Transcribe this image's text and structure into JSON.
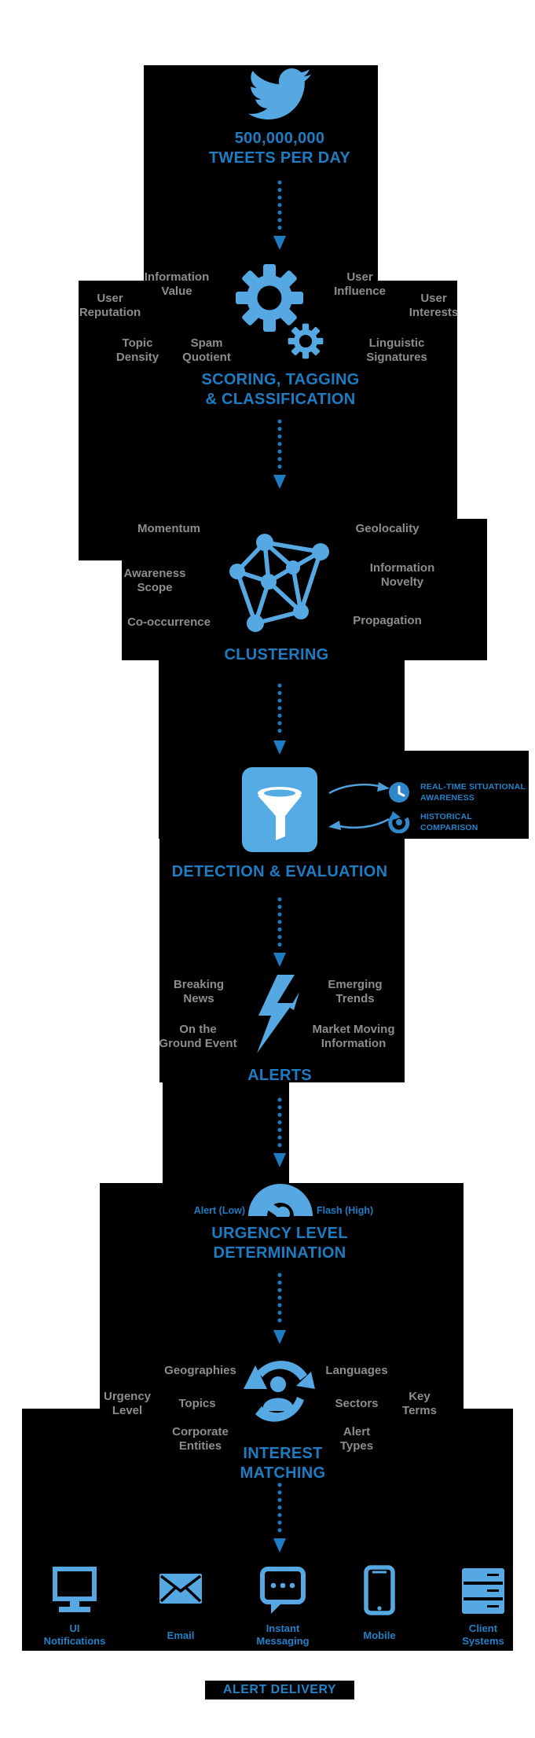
{
  "colors": {
    "icon_blue": "#55A8E2",
    "tile_blue": "#55ABE4",
    "title_blue": "#1E7CC2",
    "mini_blue": "#2283C9",
    "label_grey": "#8D8D8D",
    "panel_black": "#000000"
  },
  "source": {
    "line1": "500,000,000",
    "line2": "TWEETS PER DAY"
  },
  "scoring": {
    "title": [
      "SCORING, TAGGING",
      "& CLASSIFICATION"
    ],
    "labels": {
      "information_value": [
        "Information",
        "Value"
      ],
      "user_reputation": [
        "User",
        "Reputation"
      ],
      "user_influence": [
        "User",
        "Influence"
      ],
      "user_interests": [
        "User",
        "Interests"
      ],
      "topic_density": [
        "Topic",
        "Density"
      ],
      "spam_quotient": [
        "Spam",
        "Quotient"
      ],
      "linguistic_signatures": [
        "Linguistic",
        "Signatures"
      ]
    }
  },
  "clustering": {
    "title": "CLUSTERING",
    "labels": {
      "momentum": "Momentum",
      "geolocality": "Geolocality",
      "awareness_scope": [
        "Awareness",
        "Scope"
      ],
      "information_novelty": [
        "Information",
        "Novelty"
      ],
      "co_occurrence": "Co-occurrence",
      "propagation": "Propagation"
    }
  },
  "detection": {
    "title": "DETECTION & EVALUATION",
    "outputs": {
      "realtime": [
        "REAL-TIME SITUATIONAL",
        "AWARENESS"
      ],
      "historical": [
        "HISTORICAL",
        "COMPARISON"
      ]
    }
  },
  "alerts": {
    "title": "ALERTS",
    "labels": {
      "breaking_news": [
        "Breaking",
        "News"
      ],
      "emerging_trends": [
        "Emerging",
        "Trends"
      ],
      "on_the_ground": [
        "On the",
        "Ground Event"
      ],
      "market_moving": [
        "Market Moving",
        "Information"
      ]
    }
  },
  "urgency": {
    "title": [
      "URGENCY LEVEL",
      "DETERMINATION"
    ],
    "low": "Alert (Low)",
    "high": "Flash (High)"
  },
  "interest": {
    "title": [
      "INTEREST",
      "MATCHING"
    ],
    "labels": {
      "geographies": "Geographies",
      "languages": "Languages",
      "urgency_level": [
        "Urgency",
        "Level"
      ],
      "topics": "Topics",
      "sectors": "Sectors",
      "key_terms": [
        "Key",
        "Terms"
      ],
      "corporate_entities": [
        "Corporate",
        "Entities"
      ],
      "alert_types": [
        "Alert",
        "Types"
      ]
    }
  },
  "delivery": {
    "title": "ALERT DELIVERY",
    "channels": {
      "ui_notifications": [
        "UI",
        "Notifications"
      ],
      "email": "Email",
      "instant_messaging": [
        "Instant",
        "Messaging"
      ],
      "mobile": "Mobile",
      "client_systems": [
        "Client",
        "Systems"
      ]
    }
  }
}
